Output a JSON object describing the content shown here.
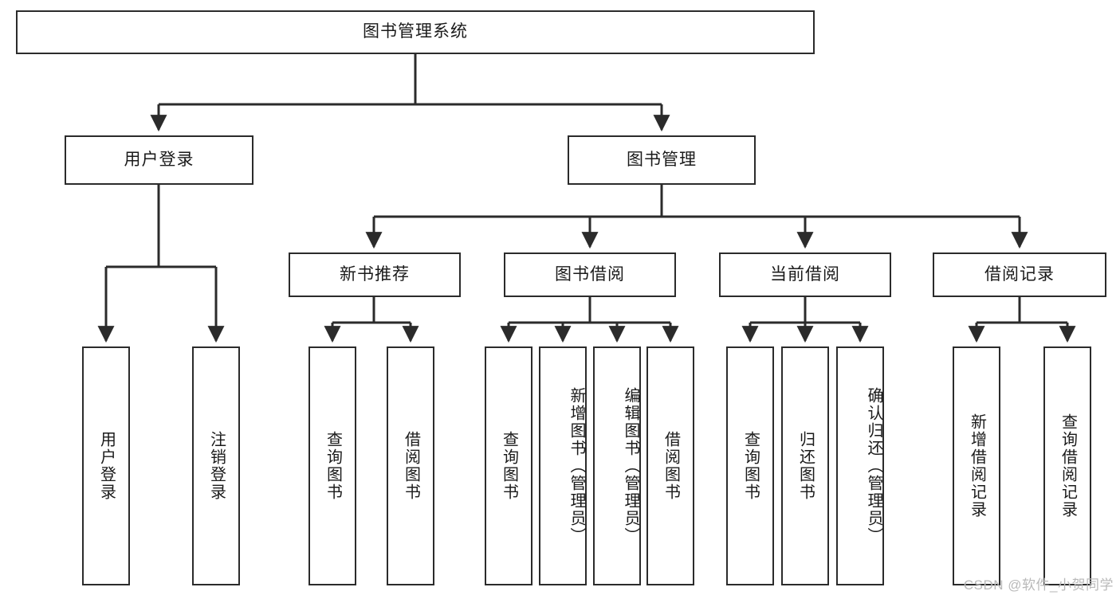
{
  "diagram": {
    "type": "tree",
    "title": "图书管理系统",
    "watermark": "CSDN @软件_小贺同学",
    "colors": {
      "box_border": "#2b2b2b",
      "box_fill": "#ffffff",
      "connector": "#2b2b2b",
      "text": "#1a1a1a",
      "watermark": "#b9b9b9"
    },
    "nodes": {
      "root": {
        "label": "图书管理系统",
        "level": 0,
        "orientation": "horizontal"
      },
      "n_user_login": {
        "label": "用户登录",
        "level": 1,
        "orientation": "horizontal"
      },
      "n_book_mgmt": {
        "label": "图书管理",
        "level": 1,
        "orientation": "horizontal"
      },
      "n_new_book_rec": {
        "label": "新书推荐",
        "level": 2,
        "orientation": "horizontal"
      },
      "n_book_borrow": {
        "label": "图书借阅",
        "level": 2,
        "orientation": "horizontal"
      },
      "n_current_borrow": {
        "label": "当前借阅",
        "level": 2,
        "orientation": "horizontal"
      },
      "n_borrow_record": {
        "label": "借阅记录",
        "level": 2,
        "orientation": "horizontal"
      },
      "l_user_login": {
        "label": "用户登录",
        "level": 3,
        "orientation": "vertical"
      },
      "l_user_logout": {
        "label": "注销登录",
        "level": 3,
        "orientation": "vertical"
      },
      "l_query_book_1": {
        "label": "查询图书",
        "level": 3,
        "orientation": "vertical"
      },
      "l_borrow_book_1": {
        "label": "借阅图书",
        "level": 3,
        "orientation": "vertical"
      },
      "l_query_book_2": {
        "label": "查询图书",
        "level": 3,
        "orientation": "vertical"
      },
      "l_add_book": {
        "label": "新增图书（管理员）",
        "level": 3,
        "orientation": "vertical"
      },
      "l_edit_book": {
        "label": "编辑图书（管理员）",
        "level": 3,
        "orientation": "vertical"
      },
      "l_borrow_book_2": {
        "label": "借阅图书",
        "level": 3,
        "orientation": "vertical"
      },
      "l_query_book_3": {
        "label": "查询图书",
        "level": 3,
        "orientation": "vertical"
      },
      "l_return_book": {
        "label": "归还图书",
        "level": 3,
        "orientation": "vertical"
      },
      "l_confirm_return": {
        "label": "确认归还（管理员）",
        "level": 3,
        "orientation": "vertical"
      },
      "l_add_record": {
        "label": "新增借阅记录",
        "level": 3,
        "orientation": "vertical"
      },
      "l_query_record": {
        "label": "查询借阅记录",
        "level": 3,
        "orientation": "vertical"
      }
    },
    "edges": [
      {
        "from": "root",
        "to": "n_user_login"
      },
      {
        "from": "root",
        "to": "n_book_mgmt"
      },
      {
        "from": "n_user_login",
        "to": "l_user_login"
      },
      {
        "from": "n_user_login",
        "to": "l_user_logout"
      },
      {
        "from": "n_book_mgmt",
        "to": "n_new_book_rec"
      },
      {
        "from": "n_book_mgmt",
        "to": "n_book_borrow"
      },
      {
        "from": "n_book_mgmt",
        "to": "n_current_borrow"
      },
      {
        "from": "n_book_mgmt",
        "to": "n_borrow_record"
      },
      {
        "from": "n_new_book_rec",
        "to": "l_query_book_1"
      },
      {
        "from": "n_new_book_rec",
        "to": "l_borrow_book_1"
      },
      {
        "from": "n_book_borrow",
        "to": "l_query_book_2"
      },
      {
        "from": "n_book_borrow",
        "to": "l_add_book"
      },
      {
        "from": "n_book_borrow",
        "to": "l_edit_book"
      },
      {
        "from": "n_book_borrow",
        "to": "l_borrow_book_2"
      },
      {
        "from": "n_current_borrow",
        "to": "l_query_book_3"
      },
      {
        "from": "n_current_borrow",
        "to": "l_return_book"
      },
      {
        "from": "n_current_borrow",
        "to": "l_confirm_return"
      },
      {
        "from": "n_borrow_record",
        "to": "l_add_record"
      },
      {
        "from": "n_borrow_record",
        "to": "l_query_record"
      }
    ]
  }
}
